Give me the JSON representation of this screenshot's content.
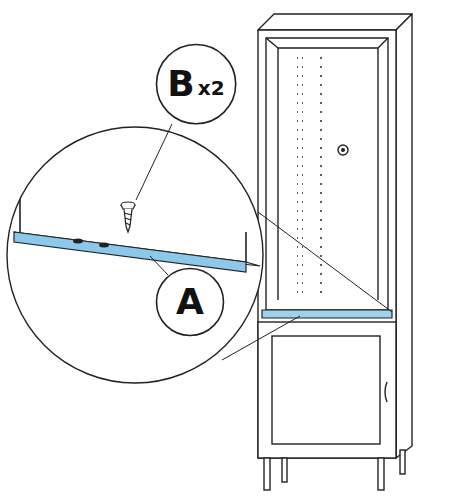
{
  "diagram": {
    "nodes": [
      {
        "text": [
          "B",
          "x2"
        ]
      },
      {
        "text": [
          "A"
        ]
      }
    ]
  }
}
